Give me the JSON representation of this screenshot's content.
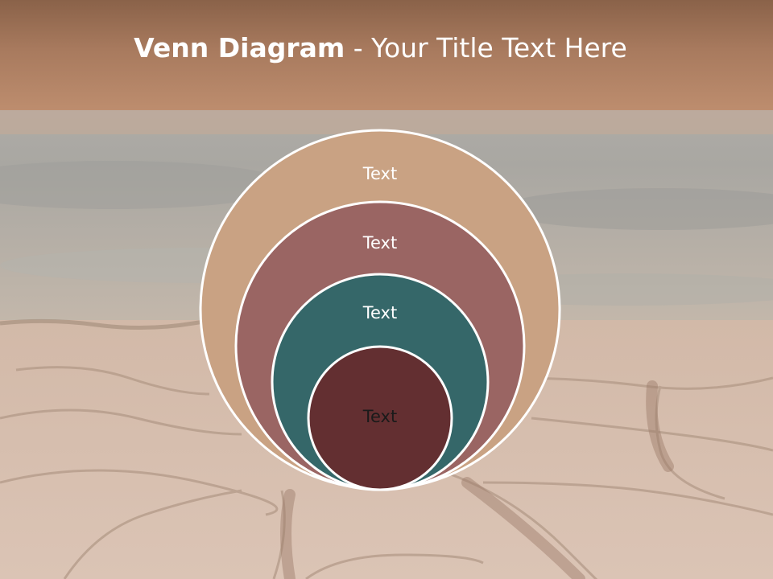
{
  "slide": {
    "title_bold": "Venn Diagram",
    "title_rest": " - Your Title Text Here"
  },
  "diagram": {
    "type": "nested-circles",
    "circles": [
      {
        "label": "Text",
        "fill": "#c9a283",
        "text_color": "#ffffff"
      },
      {
        "label": "Text",
        "fill": "#9a6563",
        "text_color": "#ffffff"
      },
      {
        "label": "Text",
        "fill": "#356769",
        "text_color": "#ffffff"
      },
      {
        "label": "Text",
        "fill": "#632f31",
        "text_color": "#1a1a1a"
      }
    ]
  },
  "colors": {
    "title_bar": "#a87a5e",
    "title_text": "#ffffff",
    "circle_outline": "#ffffff"
  }
}
